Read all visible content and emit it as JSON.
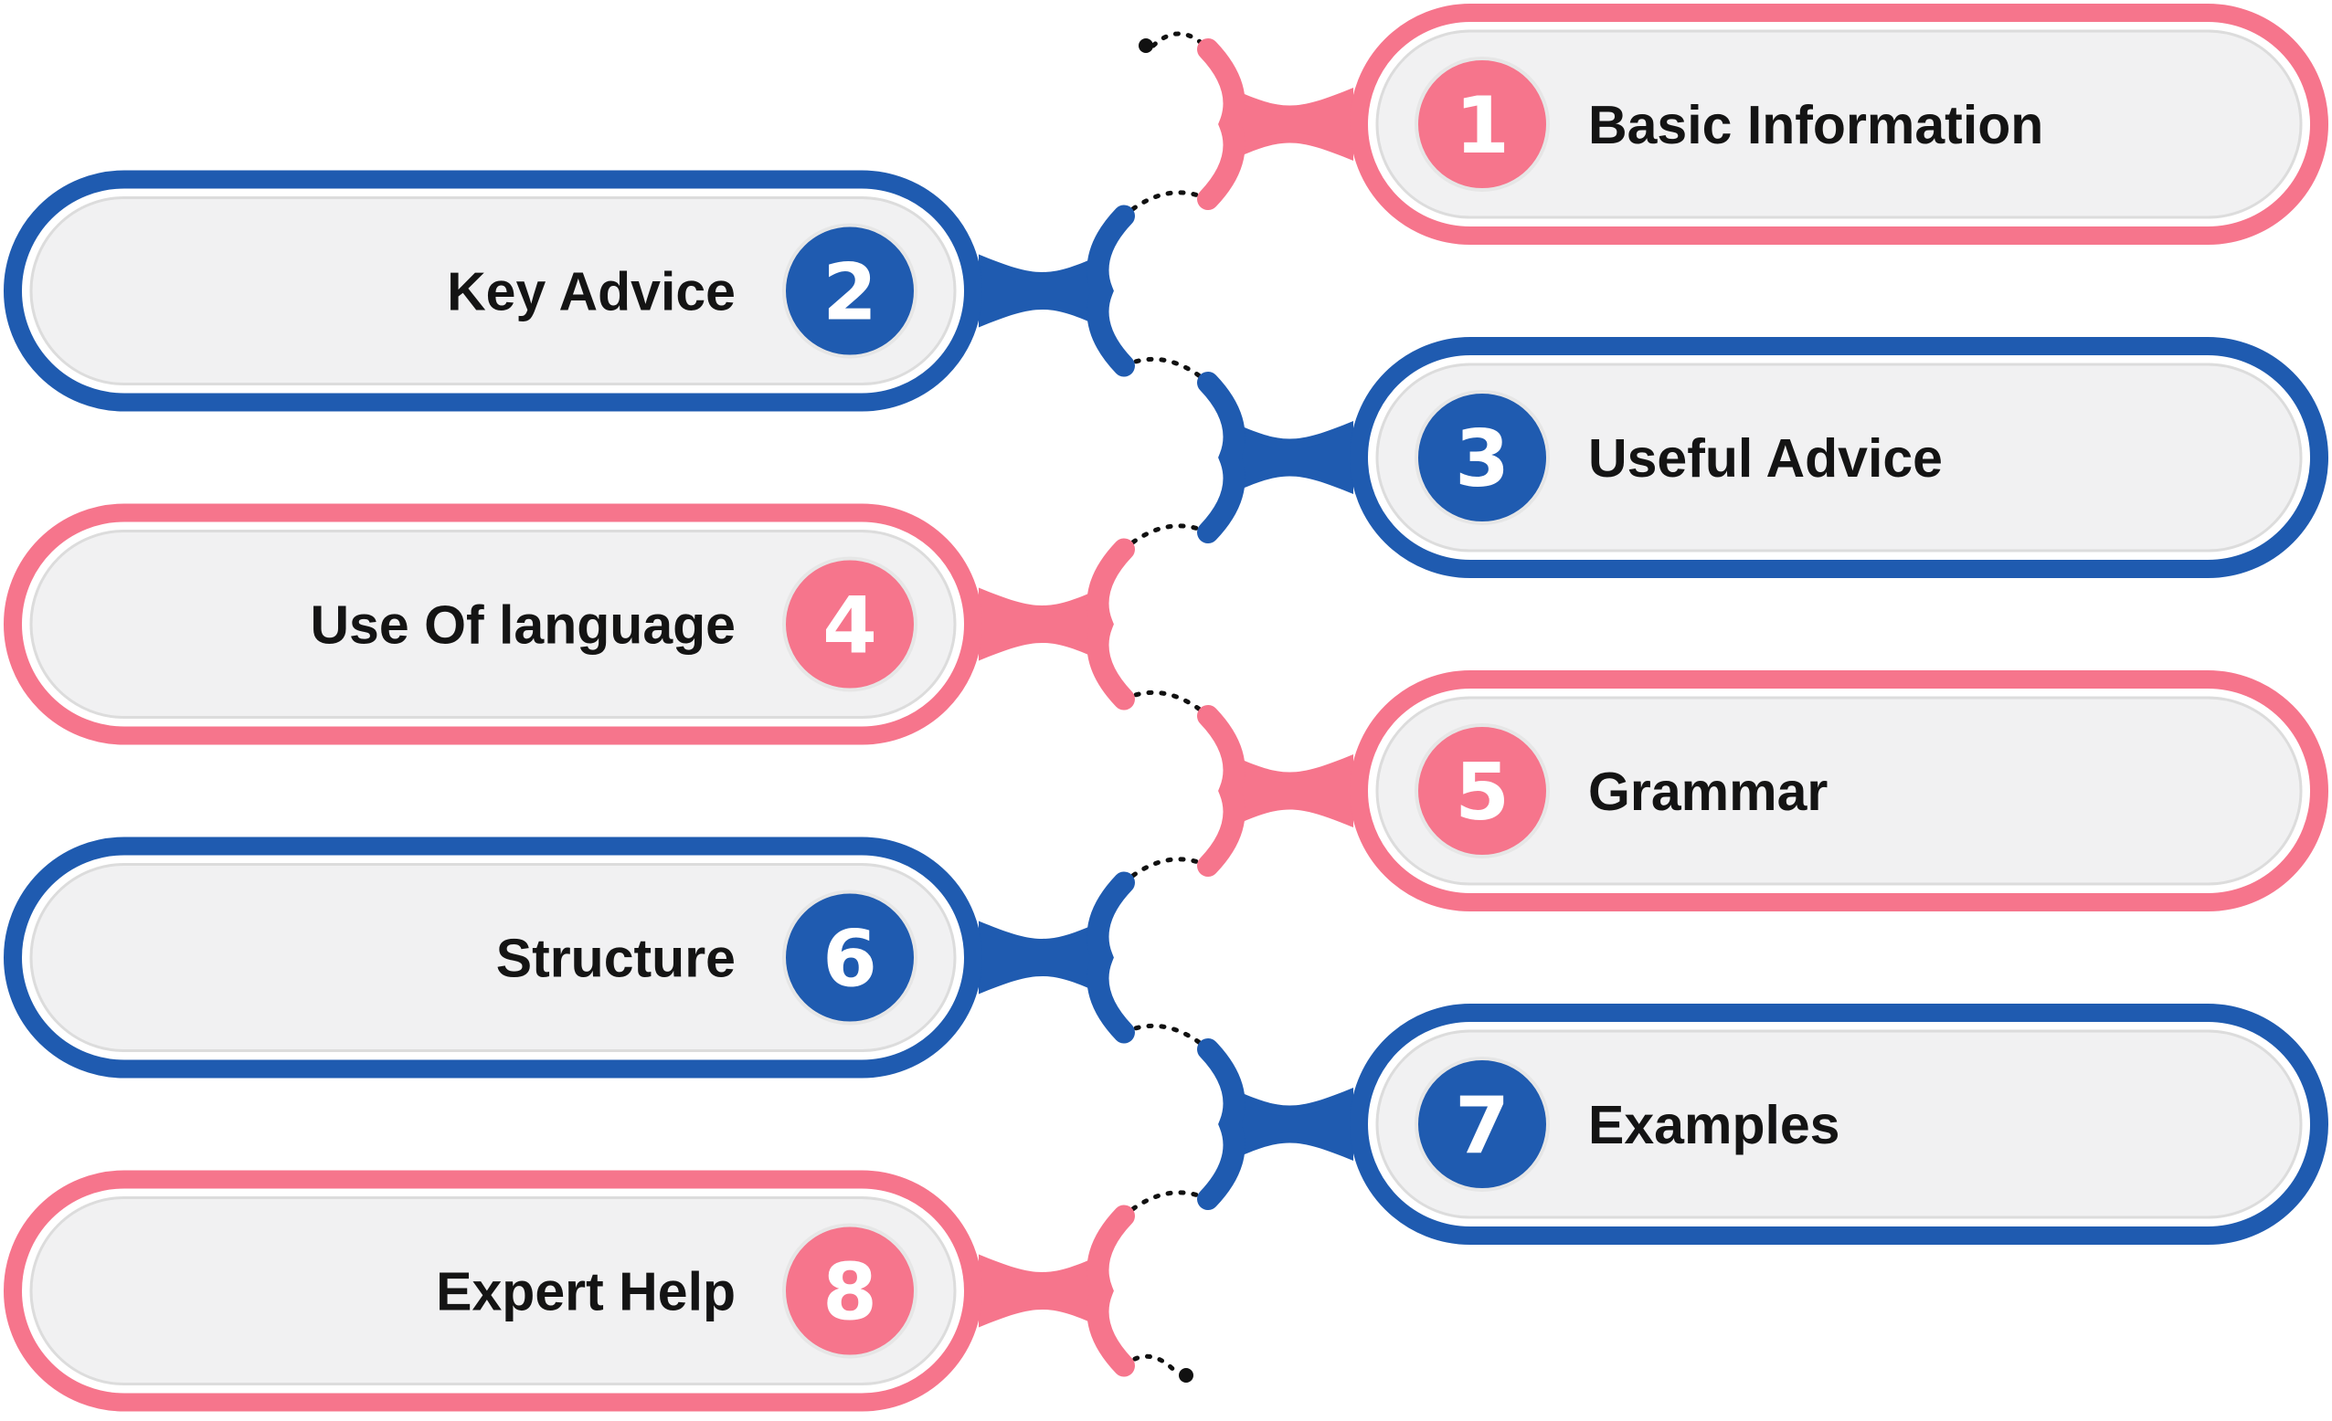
{
  "colors": {
    "pink": "#F6758C",
    "blue": "#1F5BB0",
    "pill_fill": "#F1F1F2",
    "pill_inner": "#FFFFFF",
    "connector_dots": "#111111",
    "text": "#141414"
  },
  "steps": [
    {
      "number": "1",
      "label": "Basic Information",
      "color": "pink",
      "side": "right"
    },
    {
      "number": "2",
      "label": "Key Advice",
      "color": "blue",
      "side": "left"
    },
    {
      "number": "3",
      "label": "Useful Advice",
      "color": "blue",
      "side": "right"
    },
    {
      "number": "4",
      "label": "Use Of language",
      "color": "pink",
      "side": "left"
    },
    {
      "number": "5",
      "label": "Grammar",
      "color": "pink",
      "side": "right"
    },
    {
      "number": "6",
      "label": "Structure",
      "color": "blue",
      "side": "left"
    },
    {
      "number": "7",
      "label": "Examples",
      "color": "blue",
      "side": "right"
    },
    {
      "number": "8",
      "label": "Expert Help",
      "color": "pink",
      "side": "left"
    }
  ]
}
